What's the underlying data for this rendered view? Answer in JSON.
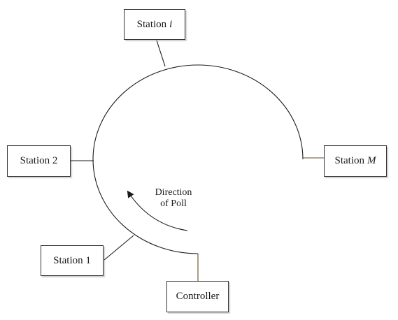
{
  "stations": {
    "station_i": {
      "prefix": "Station ",
      "var": "i"
    },
    "station_2": {
      "label": "Station 2"
    },
    "station_m": {
      "prefix": "Station ",
      "var": "M"
    },
    "station_1": {
      "label": "Station 1"
    }
  },
  "controller": {
    "label": "Controller"
  },
  "poll_direction": {
    "line1": "Direction",
    "line2": "of Poll"
  },
  "colors": {
    "line": "#1a1a1a",
    "box_border": "#333333",
    "connector_m": "#6b4a2a"
  }
}
